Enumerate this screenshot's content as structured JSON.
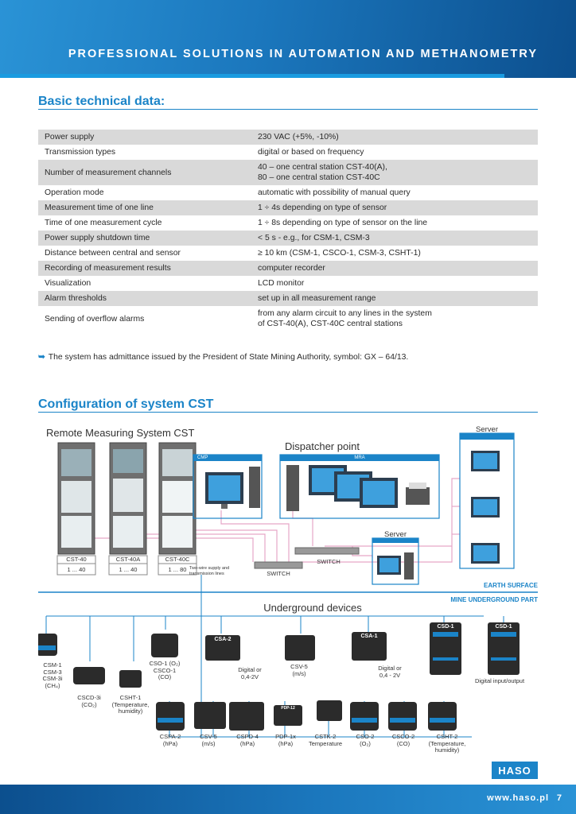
{
  "header": {
    "banner_title": "PROFESSIONAL SOLUTIONS IN AUTOMATION AND METHANOMETRY"
  },
  "section1": {
    "title": "Basic technical data:"
  },
  "spec_table": [
    {
      "label": "Power supply",
      "value": "230 VAC (+5%, -10%)"
    },
    {
      "label": "Transmission types",
      "value": "digital or based on frequency"
    },
    {
      "label": "Number of measurement channels",
      "value": "40 – one central station CST-40(A),\n80 – one central station CST-40C"
    },
    {
      "label": "Operation mode",
      "value": "automatic with possibility of manual query"
    },
    {
      "label": "Measurement time of one line",
      "value": "1 ÷ 4s depending on type of sensor"
    },
    {
      "label": "Time of one measurement cycle",
      "value": "1 ÷ 8s depending on type of sensor on the line"
    },
    {
      "label": "Power supply shutdown time",
      "value": "< 5 s - e.g., for CSM-1, CSM-3"
    },
    {
      "label": "Distance between central and sensor",
      "value": "≥ 10 km (CSM-1, CSCO-1, CSM-3, CSHT-1)"
    },
    {
      "label": "Recording of measurement results",
      "value": "computer recorder"
    },
    {
      "label": "Visualization",
      "value": "LCD monitor"
    },
    {
      "label": "Alarm thresholds",
      "value": "set up in all measurement range"
    },
    {
      "label": "Sending of overflow alarms",
      "value": "from any alarm circuit to any lines in the system\nof CST-40(A), CST-40C central stations"
    }
  ],
  "note": {
    "arrow": "➥",
    "text": "The system has admittance issued by the President of State Mining Authority, symbol: GX – 64/13."
  },
  "section2": {
    "title": "Configuration of system CST"
  },
  "diagram": {
    "remote_title": "Remote Measuring System CST",
    "dispatcher_title": "Dispatcher point",
    "cmp_label": "CMP",
    "mra_label": "MRA",
    "server_top": "Server",
    "server_mid": "Server",
    "switch_left": "SWITCH",
    "switch_right": "SWITCH",
    "cabinets": [
      {
        "name": "CST-40",
        "range": "1 ... 40"
      },
      {
        "name": "CST-40A",
        "range": "1 ... 40"
      },
      {
        "name": "CST-40C",
        "range": "1 ... 80"
      }
    ],
    "two_wire": "Two-wire supply and\ntransmission lines",
    "earth_surface": "EARTH SURFACE",
    "underground_part": "MINE UNDERGROUND PART",
    "underground_title": "Underground devices",
    "device_top_labels": {
      "csa2": "CSA-2",
      "csa1": "CSA-1",
      "csd1a": "CSD-1",
      "csd1b": "CSD-1"
    },
    "devices_row1": [
      {
        "name": "CSM-1\nCSM-3\nCSM-3i\n(CH₄)"
      },
      {
        "name": "CSCD-3i\n(CO₂)"
      },
      {
        "name": "CSHT-1\n(Temperature,\nhumidity)"
      },
      {
        "name": "CSO-1 (O₂)\nCSCO-1\n(CO)"
      },
      {
        "name": "Digital or\n0,4-2V"
      },
      {
        "name": "CSV-5\n(m/s)"
      },
      {
        "name": "Digital or\n0,4 - 2V"
      },
      {
        "name": "Digital input/output"
      }
    ],
    "devices_row2": [
      {
        "name": "CSPA-2\n(hPa)"
      },
      {
        "name": "CSV-5\n(m/s)"
      },
      {
        "name": "CSPD-4\n(hPa)"
      },
      {
        "name": "PDP-1x\n(hPa)"
      },
      {
        "name": "CSTK-2\nTemperature"
      },
      {
        "name": "CSO-2\n(O₂)"
      },
      {
        "name": "CSCO-2\n(CO)"
      },
      {
        "name": "CSHT-2\n(Temperature,\nhumidity)"
      }
    ],
    "pdp_tag": "PDP-12",
    "logo": "HASO"
  },
  "footer": {
    "url": "www.haso.pl",
    "page": "7"
  },
  "colors": {
    "brand_blue": "#1b84c8",
    "banner_dark": "#0c4f8e",
    "pink_line": "#e6a6c7",
    "table_gray": "#d9d9d9"
  }
}
